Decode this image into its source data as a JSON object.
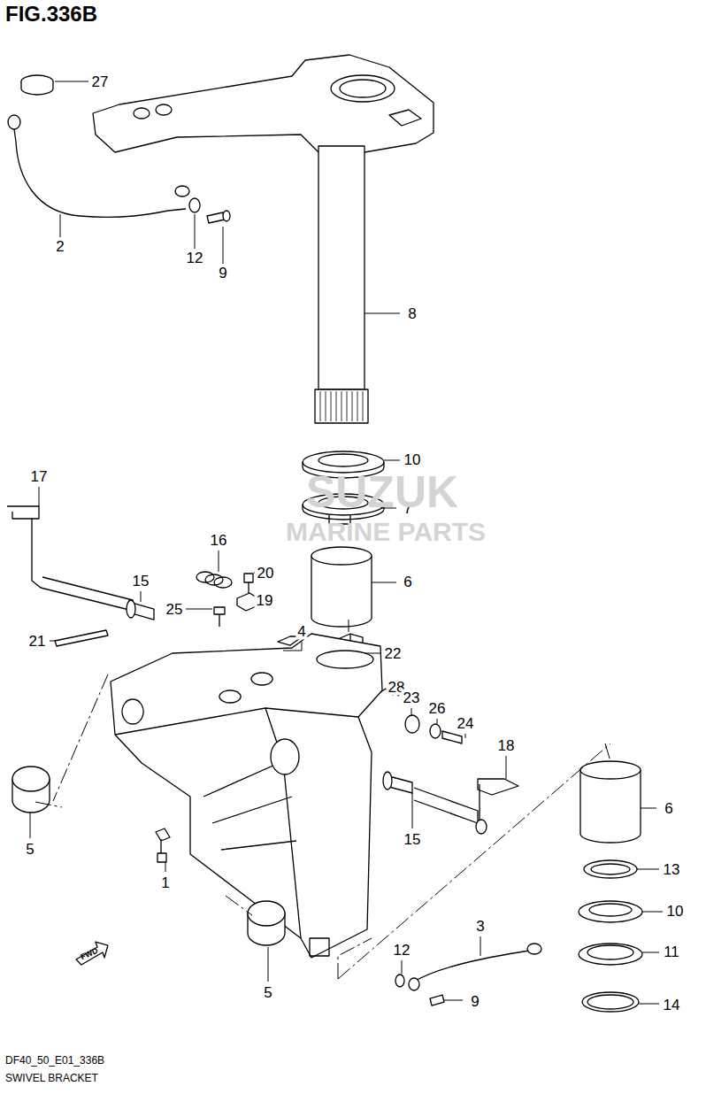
{
  "diagram": {
    "title": "FIG.336B",
    "caption": "SWIVEL BRACKET",
    "labels": [
      "27",
      "2",
      "12",
      "9",
      "8",
      "10",
      "7",
      "6",
      "17",
      "16",
      "20",
      "15",
      "25",
      "19",
      "21",
      "4",
      "22",
      "28",
      "23",
      "26",
      "24",
      "18",
      "5",
      "1",
      "15",
      "6",
      "13",
      "10",
      "3",
      "12",
      "11",
      "5",
      "9",
      "14",
      "FWD",
      "DF40_50_E01_336B",
      "SUZUK",
      "MARINE PARTS"
    ]
  }
}
